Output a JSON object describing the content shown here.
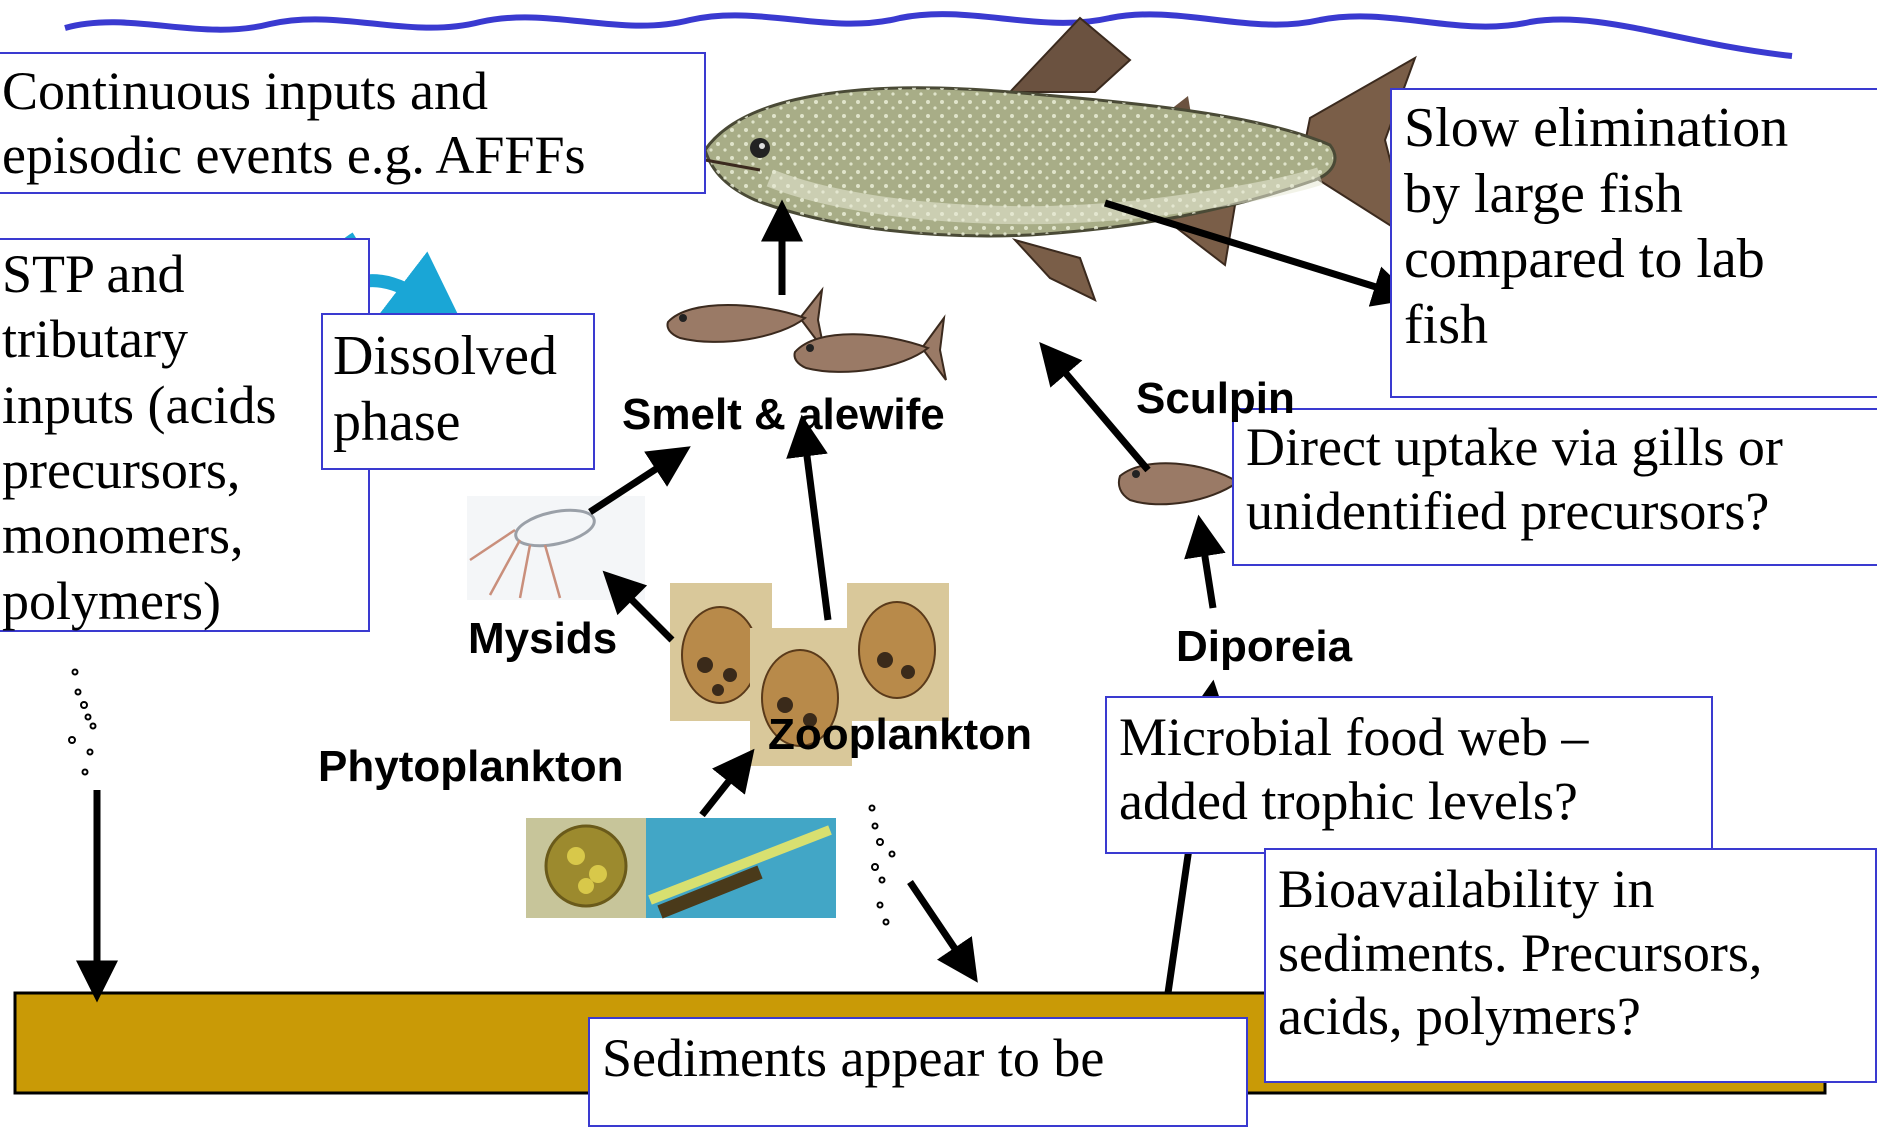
{
  "diagram": {
    "boxes": {
      "continuous_inputs": [
        "Continuous inputs and",
        "episodic events e.g. AFFFs"
      ],
      "stp_inputs": [
        "STP and",
        "tributary",
        "inputs (acids",
        "precursors,",
        "monomers,",
        "polymers)"
      ],
      "dissolved_phase": [
        "Dissolved",
        "phase"
      ],
      "slow_elimination": [
        "Slow elimination",
        "by large fish",
        "compared to lab",
        "fish"
      ],
      "direct_uptake": [
        "Direct uptake via gills or",
        "unidentified precursors?"
      ],
      "microbial_food_web": [
        "Microbial food web –",
        "added trophic levels?"
      ],
      "bioavailability": [
        "Bioavailability in",
        "sediments. Precursors,",
        "acids, polymers?"
      ],
      "sediments": [
        "Sediments appear to be"
      ]
    },
    "labels": {
      "smelt_alewife": "Smelt & alewife",
      "sculpin": "Sculpin",
      "mysids": "Mysids",
      "diporeia": "Diporeia",
      "zooplankton": "Zooplankton",
      "phytoplankton": "Phytoplankton"
    },
    "colors": {
      "water_surface": "#3a3ad0",
      "sediment": "#c99a06",
      "box_border": "#3a3ad0",
      "arrow": "#000000",
      "fish_body": "#a8ad87",
      "small_fish": "#9a7a66"
    }
  }
}
